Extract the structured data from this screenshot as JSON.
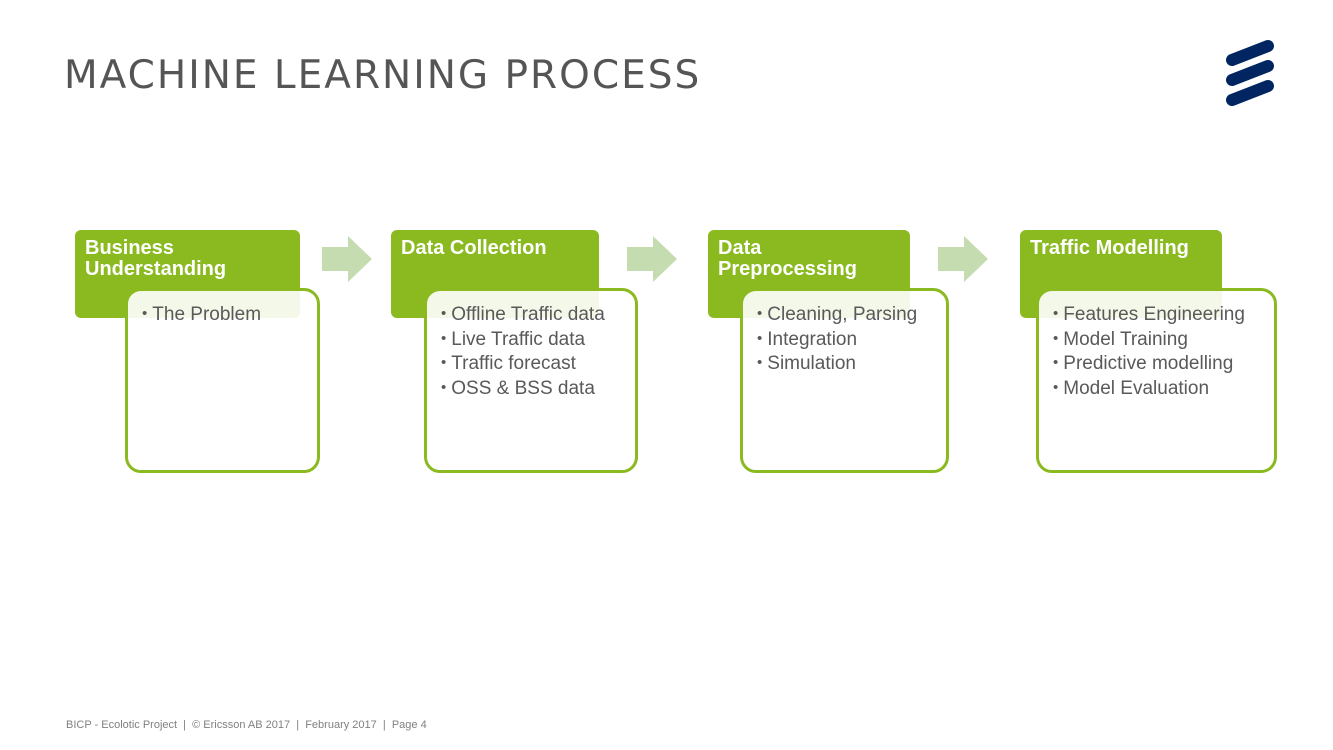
{
  "title": "MACHINE LEARNING PROCESS",
  "logo": {
    "name": "ericsson-logo",
    "color": "#002561"
  },
  "colors": {
    "accent": "#8aba20",
    "arrow": "#c5dcb0",
    "text": "#595959"
  },
  "steps": [
    {
      "title": "Business Understanding",
      "items": [
        "The Problem"
      ]
    },
    {
      "title": "Data Collection",
      "items": [
        "Offline Traffic data",
        "Live Traffic data",
        "Traffic forecast",
        "OSS & BSS data"
      ]
    },
    {
      "title": "Data Preprocessing",
      "items": [
        "Cleaning, Parsing",
        "Integration",
        "Simulation"
      ]
    },
    {
      "title": "Traffic Modelling",
      "items": [
        "Features Engineering",
        "Model Training",
        "Predictive modelling",
        "Model Evaluation"
      ]
    }
  ],
  "footer": "BICP - Ecolotic Project  |  © Ericsson AB 2017  |  February 2017  |  Page 4"
}
